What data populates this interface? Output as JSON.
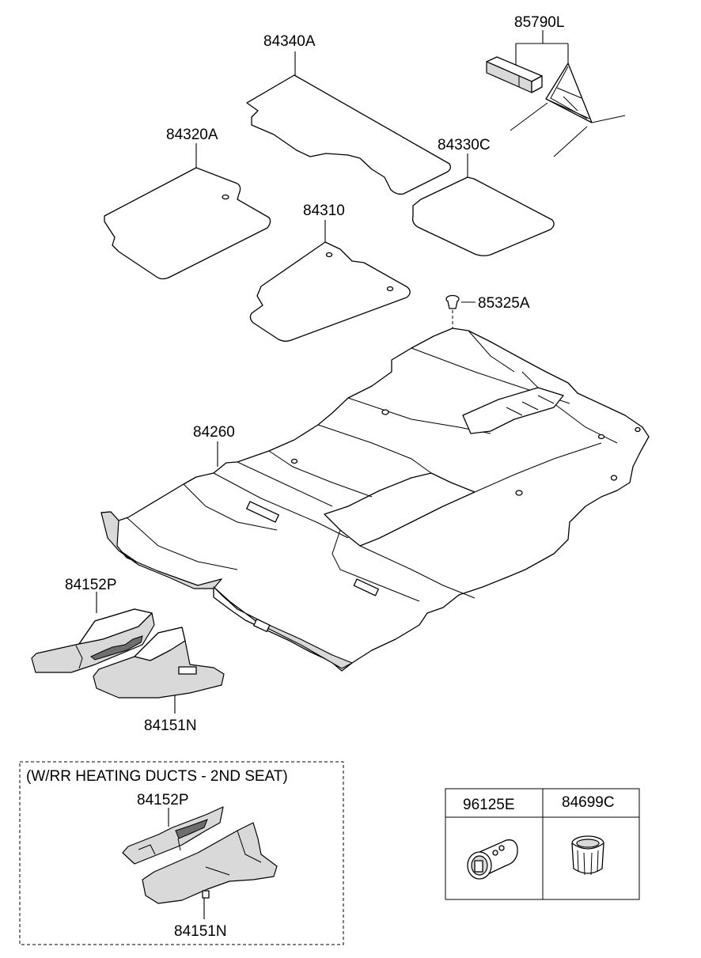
{
  "labels": {
    "p85790L": "85790L",
    "p84340A": "84340A",
    "p84320A": "84320A",
    "p84330C": "84330C",
    "p84310": "84310",
    "p85325A": "85325A",
    "p84260": "84260",
    "p84152P": "84152P",
    "p84151N": "84151N"
  },
  "inset": {
    "title": "(W/RR HEATING DUCTS - 2ND SEAT)",
    "label_84152P": "84152P",
    "label_84151N": "84151N"
  },
  "parts_table": {
    "col1_label": "96125E",
    "col2_label": "84699C"
  }
}
